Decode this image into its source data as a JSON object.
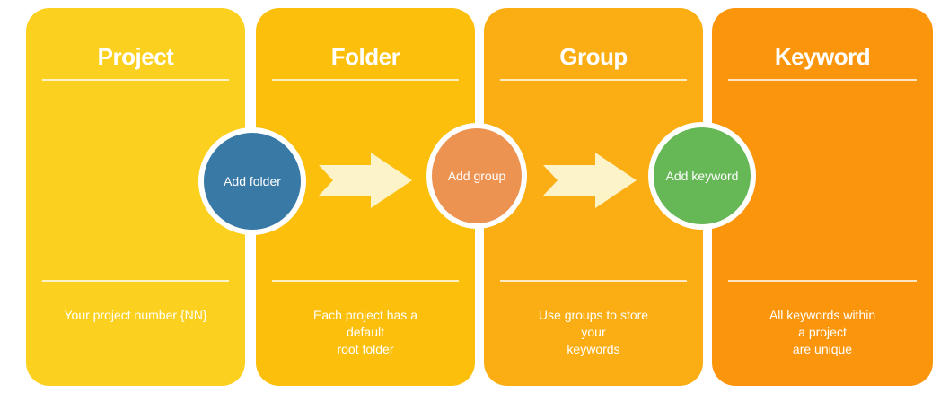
{
  "colors": {
    "project_panel": "#FCD01E",
    "folder_panel": "#FCBF0B",
    "group_panel": "#FBAE14",
    "keyword_panel": "#FB960C",
    "add_folder_circle": "#3979A6",
    "add_group_circle": "#ED9352",
    "add_keyword_circle": "#66B756",
    "arrow": "#FCF3C9"
  },
  "panels": [
    {
      "title": "Project",
      "description": "Your project number {NN}"
    },
    {
      "title": "Folder",
      "description": "Each project has a\ndefault\nroot folder"
    },
    {
      "title": "Group",
      "description": "Use groups to store\nyour\nkeywords"
    },
    {
      "title": "Keyword",
      "description": "All keywords within\na project\nare unique"
    }
  ],
  "actions": [
    {
      "label": "Add folder"
    },
    {
      "label": "Add group"
    },
    {
      "label": "Add keyword"
    }
  ]
}
